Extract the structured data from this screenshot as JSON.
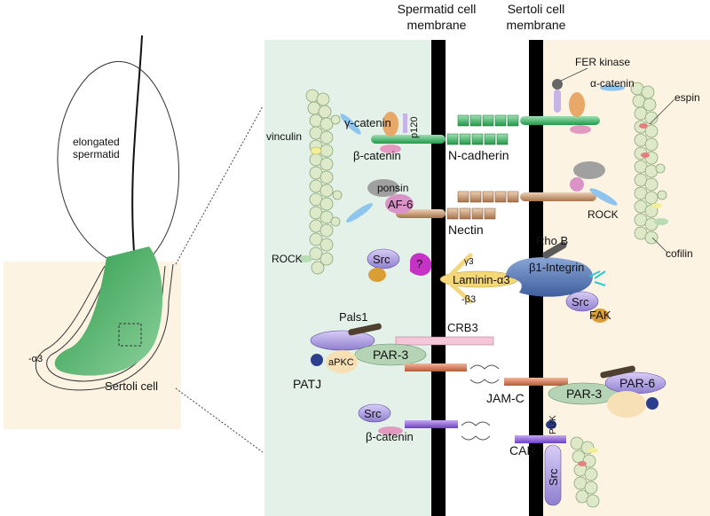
{
  "headers": {
    "spermatid_membrane": [
      "Spermatid cell",
      "membrane"
    ],
    "sertoli_membrane": [
      "Sertoli cell",
      "membrane"
    ]
  },
  "overview": {
    "elongated_spermatid": [
      "elongated",
      "spermatid"
    ],
    "alpha3": "-α3",
    "sertoli_cell": "Sertoli cell"
  },
  "labels": {
    "fer_kinase": "FER kinase",
    "alpha_catenin": "α-catenin",
    "espin": "espin",
    "p120": "p120",
    "gamma_catenin": "γ-catenin",
    "vinculin": "vinculin",
    "beta_catenin_top": "β-catenin",
    "n_cadherin": "N-cadherin",
    "ponsin": "ponsin",
    "af6": "AF-6",
    "nectin": "Nectin",
    "rock_right": "ROCK",
    "rock_left": "ROCK",
    "cofilin": "cofilin",
    "rho_b": "Rho B",
    "src_top": "Src",
    "question": "?",
    "gamma3": "γ3",
    "laminin": "Laminin-α3",
    "beta3": "-β3",
    "integrin": "β1-Integrin",
    "src_fak": "Src",
    "fak": "FAK",
    "pals1": "Pals1",
    "crb3": "CRB3",
    "par3_left": "PAR-3",
    "apkc": "aPKC",
    "patj": "PATJ",
    "jam_c": "JAM-C",
    "par3_right": "PAR-3",
    "par6": "PAR-6",
    "src_bottom": "Src",
    "beta_catenin_bottom": "β-catenin",
    "pi3k": "PI3K",
    "car": "CAR",
    "src_vertical": "Src"
  },
  "colors": {
    "spermatid_bg": "#e3f1e9",
    "sertoli_bg": "#fdf3e3",
    "membrane": "#000000",
    "spermatid_green": "#2f9e4c",
    "actin": "#dde9c8"
  }
}
